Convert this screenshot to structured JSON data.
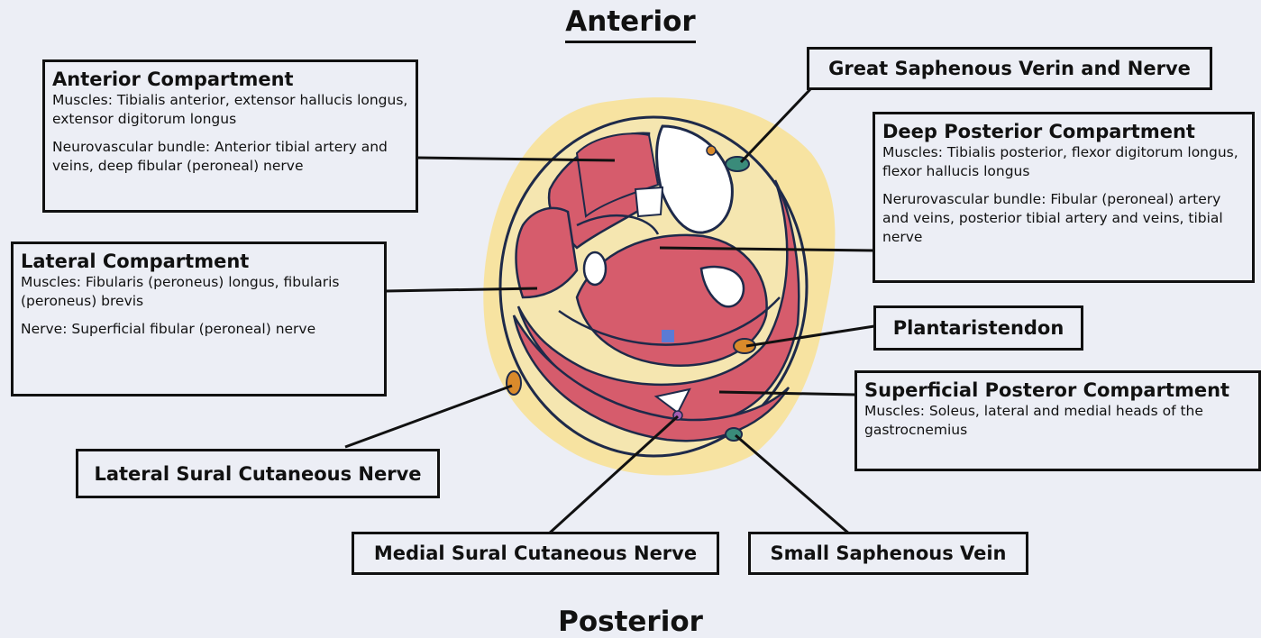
{
  "titles": {
    "top": "Anterior",
    "bottom": "Posterior"
  },
  "labels": {
    "anterior": {
      "title": "Anterior Compartment",
      "muscles": "Muscles: Tibialis anterior, extensor hallucis longus, extensor digitorum longus",
      "neuro": "Neurovascular bundle: Anterior tibial artery and veins, deep fibular (peroneal) nerve"
    },
    "lateral": {
      "title": "Lateral Compartment",
      "muscles": "Muscles: Fibularis (peroneus) longus, fibularis (peroneus) brevis",
      "nerve": "Nerve: Superficial fibular (peroneal) nerve"
    },
    "great_saphenous": "Great Saphenous Verin and Nerve",
    "deep_posterior": {
      "title": "Deep Posterior Compartment",
      "muscles": "Muscles: Tibialis posterior, flexor digitorum longus, flexor hallucis longus",
      "neuro": "Nerurovascular bundle: Fibular (peroneal) artery and veins, posterior tibial artery and veins, tibial nerve"
    },
    "plantaris": "Plantaristendon",
    "superficial_posterior": {
      "title": "Superficial Posteror Compartment",
      "muscles": "Muscles: Soleus, lateral and medial heads of the gastrocnemius"
    },
    "lateral_sural": "Lateral Sural Cutaneous Nerve",
    "medial_sural": "Medial Sural Cutaneous Nerve",
    "small_saphenous": "Small Saphenous Vein"
  },
  "colors": {
    "background": "#eceef5",
    "fat": "#f7e3a1",
    "fascia": "#f5e6b0",
    "muscle": "#d65c6c",
    "outline": "#1e2a4a",
    "bone": "#ffffff",
    "vein": "#3a8b7a",
    "nerve": "#d98a2b"
  }
}
